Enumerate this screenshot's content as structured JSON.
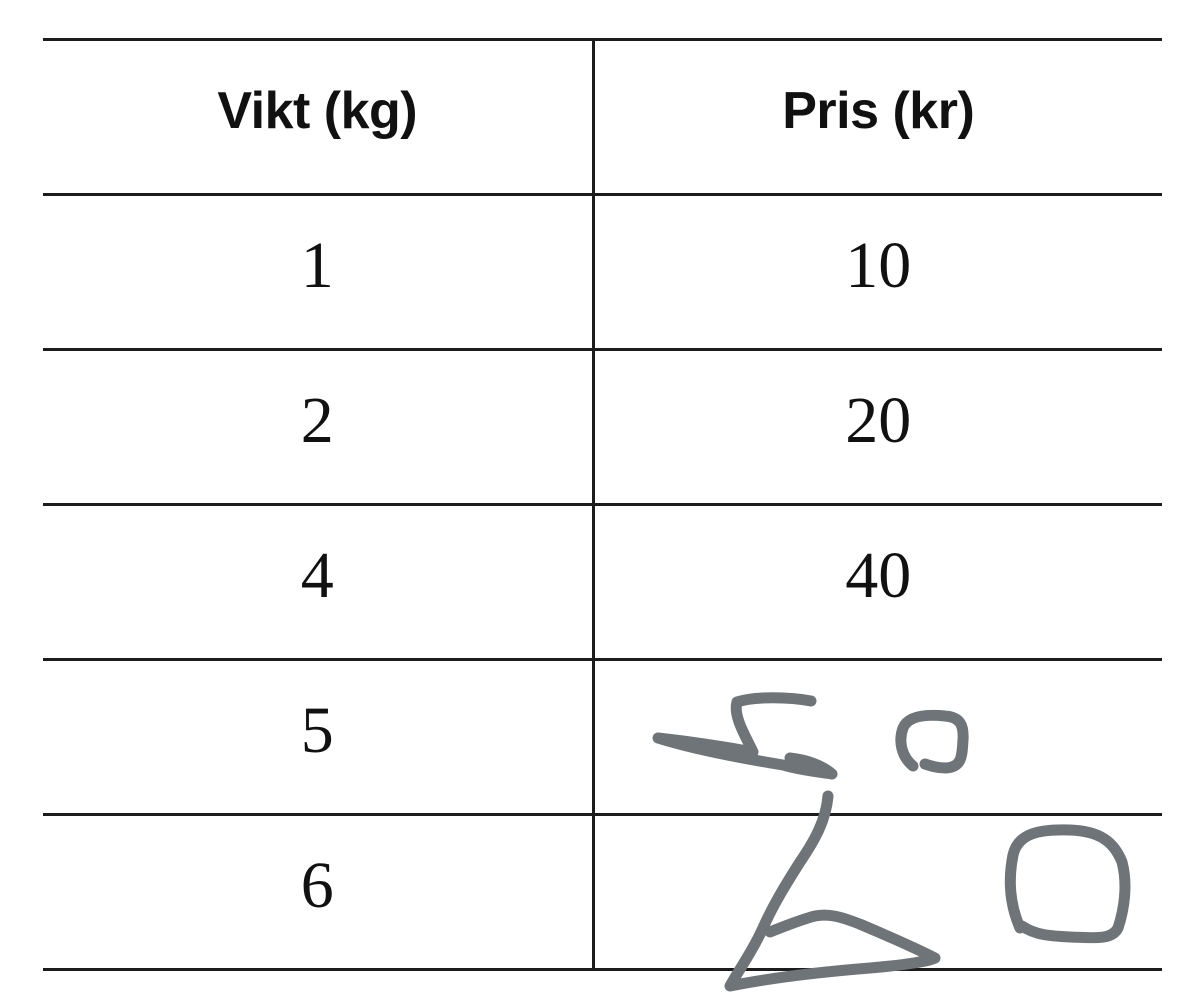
{
  "table": {
    "headers": [
      "Vikt (kg)",
      "Pris (kr)"
    ],
    "rows": [
      [
        "1",
        "10"
      ],
      [
        "2",
        "20"
      ],
      [
        "4",
        "40"
      ],
      [
        "5",
        ""
      ],
      [
        "6",
        ""
      ]
    ]
  },
  "handwriting": {
    "answers": [
      "50",
      "60"
    ],
    "ink_color": "#6f7479"
  }
}
